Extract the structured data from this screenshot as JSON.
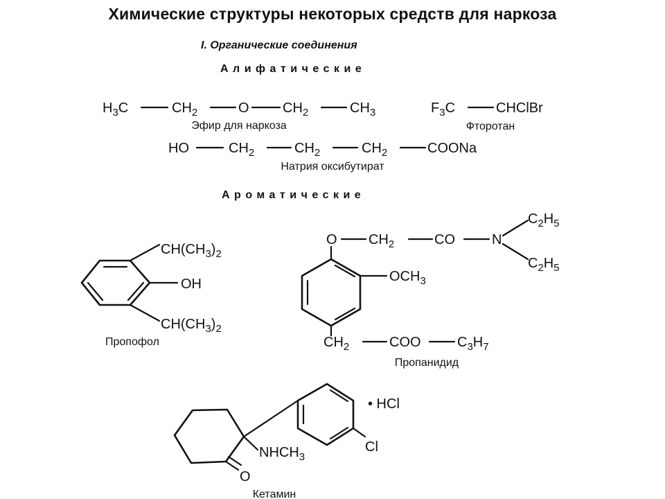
{
  "header": {
    "title": "Химические структуры некоторых средств для наркоза",
    "subtitle": "I. Органические соединения"
  },
  "sections": {
    "aliphatic": "Алифатические",
    "aromatic": "Ароматические"
  },
  "compounds": {
    "ether": {
      "name": "Эфир для наркоза",
      "atoms": {
        "h3c": "H3C",
        "ch2": "CH2",
        "o": "O",
        "ch2b": "CH2",
        "ch3": "CH3"
      }
    },
    "halothane": {
      "name": "Фторотан",
      "atoms": {
        "f3c": "F3C",
        "chclbr": "CHClBr"
      }
    },
    "oxybutyrate": {
      "name": "Натрия оксибутират",
      "atoms": {
        "ho": "HO",
        "ch2a": "CH2",
        "ch2b": "CH2",
        "ch2c": "CH2",
        "coona": "COONa"
      }
    },
    "propofol": {
      "name": "Пропофол",
      "substituents": {
        "top": "CH(CH3)2",
        "oh": "OH",
        "bottom": "CH(CH3)2"
      }
    },
    "propanidid": {
      "name": "Пропанидид",
      "atoms": {
        "o": "O",
        "ch2": "CH2",
        "co": "CO",
        "n": "N",
        "et1": "C2H5",
        "et2": "C2H5",
        "och3": "OCH3",
        "ch2b": "CH2",
        "coo": "COO",
        "c3h7": "C3H7"
      }
    },
    "ketamine": {
      "name": "Кетамин",
      "atoms": {
        "hcl": "• HCl",
        "cl": "Cl",
        "nhch3": "NHCH3",
        "o": "O"
      }
    }
  }
}
